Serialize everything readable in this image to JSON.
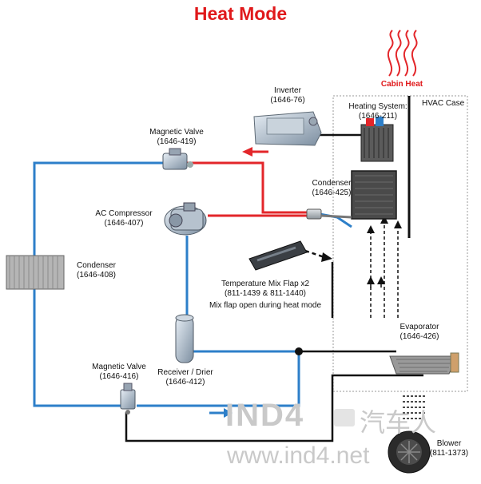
{
  "title": "Heat Mode",
  "cabin_heat": "Cabin Heat",
  "hvac_case": "HVAC Case",
  "components": {
    "inverter": {
      "name": "Inverter",
      "part": "(1646-76)"
    },
    "heating_system": {
      "name": "Heating System:",
      "part": "(1646-211)"
    },
    "magnetic_valve_top": {
      "name": "Magnetic Valve",
      "part": "(1646-419)"
    },
    "ac_compressor": {
      "name": "AC Compressor",
      "part": "(1646-407)"
    },
    "condenser_hvac": {
      "name": "Condenser",
      "part": "(1646-425)"
    },
    "condenser_left": {
      "name": "Condenser",
      "part": "(1646-408)"
    },
    "temp_mix_flap": {
      "name": "Temperature  Mix Flap x2",
      "part": "(811-1439  &  811-1440)",
      "note": "Mix flap open during heat mode"
    },
    "evaporator": {
      "name": "Evaporator",
      "part": "(1646-426)"
    },
    "magnetic_valve_bottom": {
      "name": "Magnetic Valve",
      "part": "(1646-416)"
    },
    "receiver_drier": {
      "name": "Receiver / Drier",
      "part": "(1646-412)"
    },
    "blower": {
      "name": "Blower",
      "part": "(811-1373)"
    }
  },
  "watermark": {
    "logo": "IND4",
    "cn": "汽车人",
    "url": "www.ind4.net"
  },
  "colors": {
    "hot_line": "#e3262a",
    "cold_line": "#2d7fc9",
    "signal_line": "#111111",
    "title": "#e0191b"
  }
}
